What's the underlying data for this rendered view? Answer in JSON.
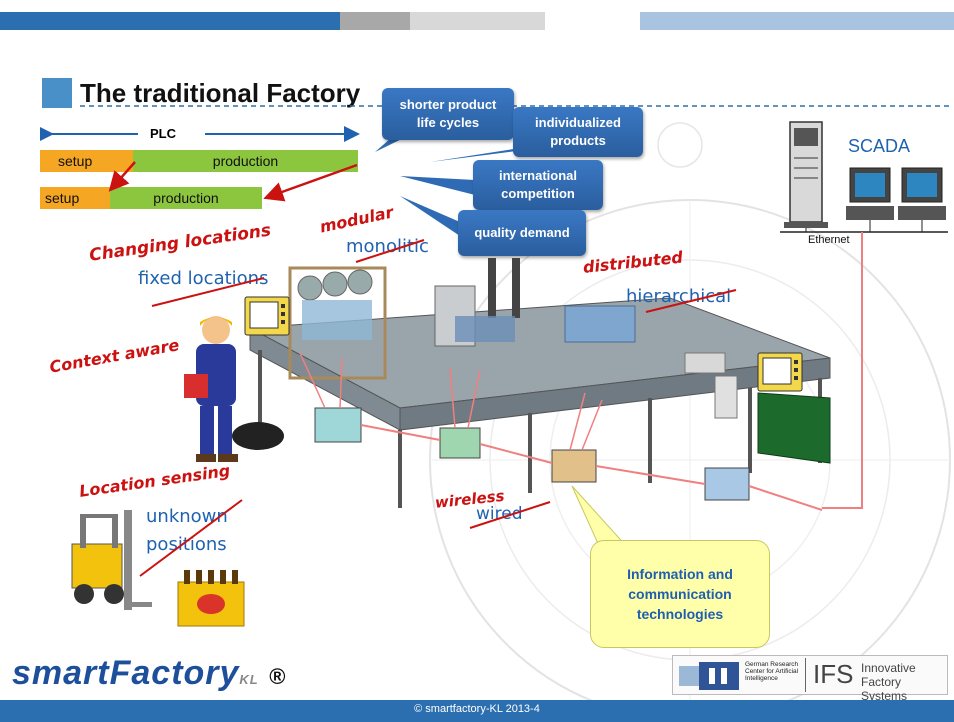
{
  "slide": {
    "title": "The traditional Factory",
    "plc_label": "PLC",
    "bars": [
      {
        "setup": "setup",
        "production": "production"
      },
      {
        "setup": "setup",
        "production": "production"
      }
    ],
    "callouts": [
      "shorter product life cycles",
      "individualized products",
      "international competition",
      "quality demand"
    ],
    "scada_label": "SCADA",
    "ethernet_label": "Ethernet",
    "handwritten": {
      "changing_locations": "Changing locations",
      "modular": "modular",
      "distributed": "distributed",
      "context_aware": "Context aware",
      "location_sensing": "Location sensing",
      "wireless": "wireless"
    },
    "struck": {
      "fixed_locations": "fixed locations",
      "monolitic": "monolitic",
      "hierarchical": "hierarchical",
      "unknown": "unknown",
      "positions": "positions",
      "wired": "wired"
    },
    "info_box": "Information and communication technologies",
    "logo_smart": "smartFactory",
    "logo_kl": "KL",
    "logo_reg": "®",
    "dfki_text": "German Research Center for Artificial Intelligence",
    "ifs_abbr": "IFS",
    "ifs_text_line1": "Innovative",
    "ifs_text_line2": "Factory Systems",
    "footer": "© smartfactory-KL 2013-4",
    "colors": {
      "accent": "#4a90c8",
      "callout": "#2f6bb5",
      "handwriting": "#cc1111",
      "setup": "#f5a623",
      "production": "#8cc63f",
      "footer": "#2c6fb0"
    }
  }
}
